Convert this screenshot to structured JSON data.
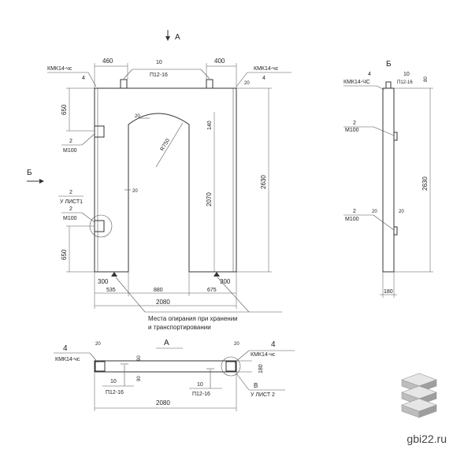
{
  "front": {
    "view_a": "А",
    "view_b": "Б",
    "dim_top_left": "460",
    "dim_top_right": "400",
    "anchor_count": "10",
    "anchor_code": "П12-16",
    "kmk_left": "КМК14-чс",
    "kmk_left_num": "4",
    "kmk_right": "КМК14-чс",
    "kmk_right_num": "4",
    "dim_20_top": "20",
    "dim_650_top": "650",
    "dim_650_bottom": "650",
    "m100_num_1": "2",
    "m100_1": "М100",
    "sheet_num": "2",
    "sheet_ref": "У ЛИСТ1",
    "m100_num_2": "2",
    "m100_2": "М100",
    "dim_20_arch": "20",
    "dim_140": "140",
    "radius": "R750",
    "dim_20_mid": "20",
    "dim_2070": "2070",
    "dim_2630": "2630",
    "dim_300_left": "300",
    "dim_300_right": "300",
    "dim_535": "535",
    "dim_880": "880",
    "dim_675": "675",
    "dim_2080": "2080",
    "support_note_1": "Места опирания при хранении",
    "support_note_2": "и транспортировании"
  },
  "side": {
    "title": "Б",
    "kmk_num": "4",
    "kmk": "КМК14-ЧС",
    "anchor_count": "10",
    "anchor_code": "П12-16",
    "dim_80": "80",
    "m100_num_1": "2",
    "m100_1": "М100",
    "dim_2630": "2630",
    "dim_20_l": "20",
    "dim_20_r": "20",
    "m100_num_2": "2",
    "m100_2": "М100",
    "dim_180": "180"
  },
  "plan": {
    "kmk_left_num": "4",
    "kmk_left": "КМК14-чс",
    "dim_20_left": "20",
    "view_a": "А",
    "dim_20_right": "20",
    "kmk_right_num": "4",
    "kmk_right": "КМК14-чс",
    "dim_90_top": "90",
    "dim_90_bottom": "90",
    "dim_180": "180",
    "anchor_left_count": "10",
    "anchor_left_code": "П12-16",
    "anchor_right_count": "10",
    "anchor_right_code": "П12-16",
    "sheet_letter": "В",
    "sheet_ref": "У ЛИСТ 2",
    "dim_2080": "2080"
  },
  "brand": {
    "site": "gbi22.ru"
  }
}
